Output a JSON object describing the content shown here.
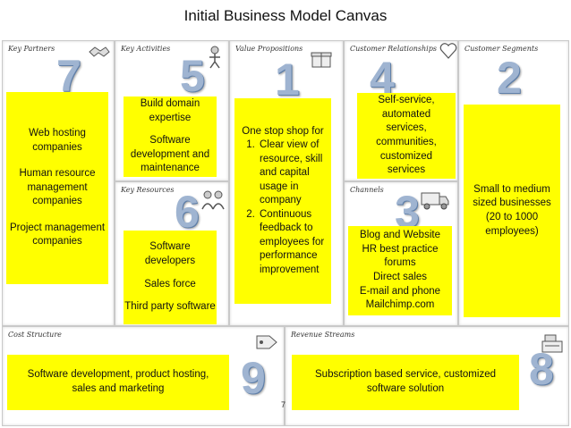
{
  "title": "Initial Business Model Canvas",
  "page_number": "7",
  "blocks": {
    "key_partners": {
      "header": "Key Partners",
      "number": "7",
      "items": [
        "Web hosting companies",
        "Human resource management companies",
        "Project management companies"
      ]
    },
    "key_activities": {
      "header": "Key Activities",
      "number": "5",
      "items": [
        "Build domain expertise",
        "Software development and maintenance"
      ]
    },
    "key_resources": {
      "header": "Key Resources",
      "number": "6",
      "items": [
        "Software developers",
        "Sales force",
        "Third party software"
      ]
    },
    "value_propositions": {
      "header": "Value Propositions",
      "number": "1",
      "intro": "One stop shop for",
      "items": [
        "Clear view of resource, skill and capital usage in company",
        "Continuous feedback to employees for performance improvement"
      ]
    },
    "customer_relationships": {
      "header": "Customer Relationships",
      "number": "4",
      "text": "Self-service, automated services, communities, customized services"
    },
    "channels": {
      "header": "Channels",
      "number": "3",
      "items": [
        "Blog and Website",
        "HR best practice forums",
        "Direct sales",
        "E-mail and phone",
        "Mailchimp.com"
      ]
    },
    "customer_segments": {
      "header": "Customer Segments",
      "number": "2",
      "text": "Small to medium sized businesses (20 to 1000 employees)"
    },
    "cost_structure": {
      "header": "Cost Structure",
      "number": "9",
      "text": "Software development, product hosting, sales and marketing"
    },
    "revenue_streams": {
      "header": "Revenue Streams",
      "number": "8",
      "text": "Subscription based service, customized software solution"
    }
  },
  "colors": {
    "box": "#ffff00",
    "number": "#9fb4d1"
  },
  "icons": [
    "handshake-icon",
    "worker-icon",
    "gift-icon",
    "heart-icon",
    "people-icon",
    "factory-icon",
    "truck-icon",
    "price-tag-icon",
    "cash-register-icon"
  ]
}
